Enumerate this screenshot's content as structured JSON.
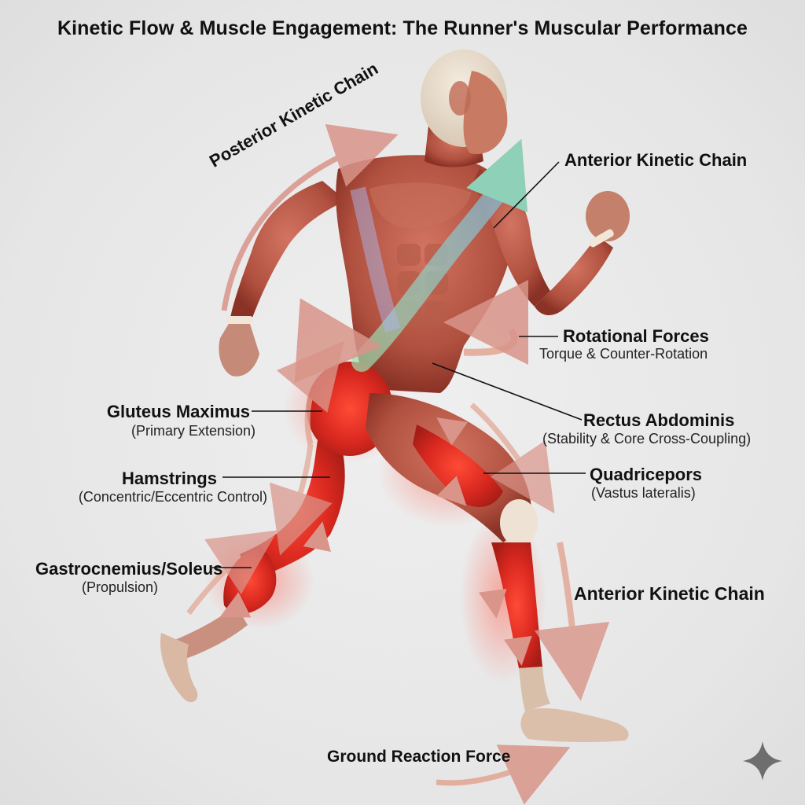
{
  "title": "Kinetic Flow & Muscle Engagement: The Runner's Muscular Performance",
  "labels": {
    "posterior_chain": "Posterior Kinetic Chain",
    "anterior_chain_top": "Anterior Kinetic Chain",
    "rotational": "Rotational Forces",
    "rotational_sub": "Torque & Counter-Rotation",
    "gluteus": "Gluteus Maximus",
    "gluteus_sub": "(Primary Extension)",
    "rectus": "Rectus Abdominis",
    "rectus_sub": "(Stability & Core Cross-Coupling)",
    "hamstrings": "Hamstrings",
    "hamstrings_sub": "(Concentric/Eccentric Control)",
    "quadriceps": "Quadricepors",
    "quadriceps_sub": "(Vastus lateralis)",
    "gastrocnemius": "Gastrocnemius/Soleus",
    "gastrocnemius_sub": "(Propulsion)",
    "anterior_chain_bottom": "Anterior Kinetic Chain",
    "ground_force": "Ground Reaction Force"
  },
  "colors": {
    "muscle": "#b5503f",
    "muscle_dark": "#8e3428",
    "highlight": "#e8312a",
    "tendon": "#e9dccd",
    "arrow": "#d99a8e",
    "chain_green": "#8fd4a6",
    "chain_blue": "#8fb8e0"
  }
}
